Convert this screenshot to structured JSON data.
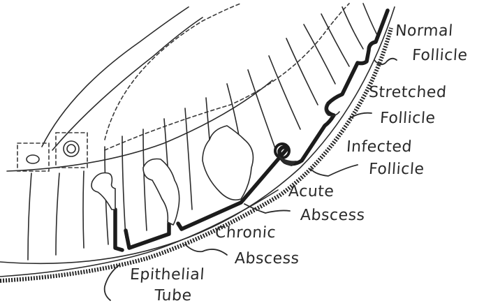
{
  "labels": {
    "normal_line1": "Normal",
    "normal_line2": "Follicle",
    "stretched_line1": "Stretched",
    "stretched_line2": "Follicle",
    "infected_line1": "Infected",
    "infected_line2": "Follicle",
    "acute_line1": "Acute",
    "acute_line2": "Abscess",
    "chronic_line1": "Chronic",
    "chronic_line2": "Abscess",
    "epithelial_line1": "Epithelial",
    "epithelial_line2": "Tube"
  },
  "colors": {
    "ink": "#2b2b2b",
    "paper": "#ffffff"
  }
}
